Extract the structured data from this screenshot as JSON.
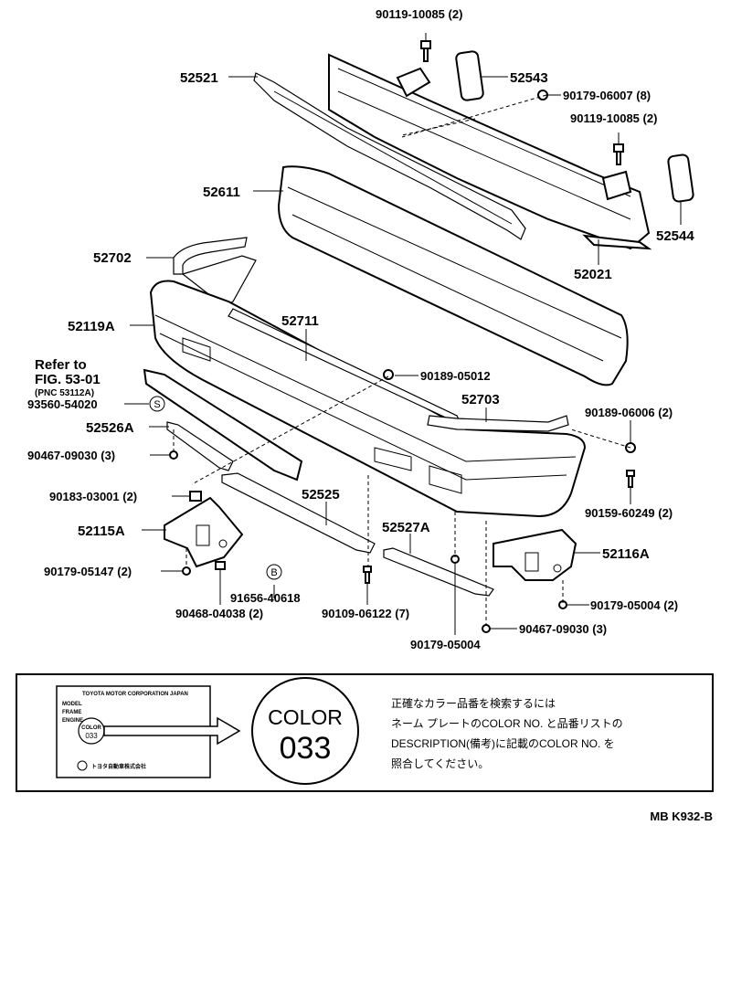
{
  "diagram": {
    "parts": {
      "p1": "90119-10085 (2)",
      "p2": "52521",
      "p3": "52543",
      "p4": "90179-06007 (8)",
      "p5": "90119-10085 (2)",
      "p6": "52611",
      "p7": "52544",
      "p8": "52702",
      "p9": "52021",
      "p10": "52119A",
      "p11": "52711",
      "p12": "90189-05012",
      "p13": "52703",
      "p14": "93560-54020",
      "p15": "52526A",
      "p16": "90189-06006 (2)",
      "p17": "90467-09030 (3)",
      "p18": "90183-03001 (2)",
      "p19": "52525",
      "p20": "90159-60249 (2)",
      "p21": "52115A",
      "p22": "52527A",
      "p23": "52116A",
      "p24": "90179-05147 (2)",
      "p25": "91656-40618",
      "p26": "90179-05004 (2)",
      "p27": "90468-04038 (2)",
      "p28": "90109-06122 (7)",
      "p29": "90467-09030 (3)",
      "p30": "90179-05004"
    },
    "refer": {
      "line1": "Refer to",
      "line2": "FIG. 53-01",
      "line3": "(PNC 53112A)"
    },
    "markers": {
      "s": "S",
      "b": "B"
    }
  },
  "color_box": {
    "plate": {
      "maker": "TOYOTA MOTOR CORPORATION JAPAN",
      "row1": "MODEL",
      "row2": "FRAME",
      "row3": "ENGINE",
      "small_color": "COLOR",
      "small_code": "033",
      "footer": "トヨタ自動車株式会社"
    },
    "big_color": "COLOR",
    "big_code": "033",
    "note": [
      "正確なカラー品番を検索するには",
      "ネーム プレートのCOLOR NO. と品番リストの",
      "DESCRIPTION(備考)に記載のCOLOR NO. を",
      "照合してください。"
    ]
  },
  "code": "MB K932-B"
}
